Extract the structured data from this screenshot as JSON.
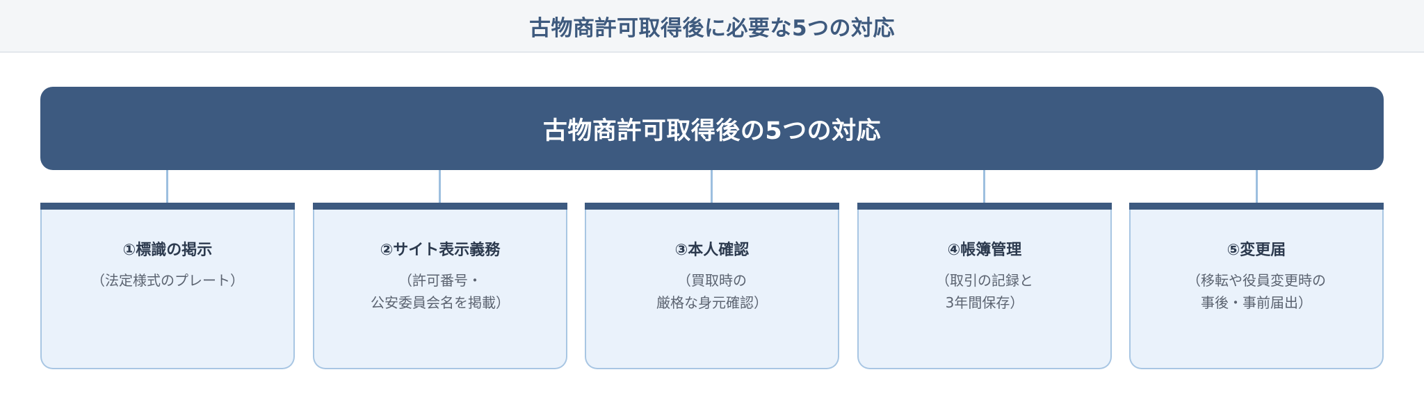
{
  "header": {
    "title": "古物商許可取得後に必要な5つの対応"
  },
  "diagram": {
    "root": "古物商許可取得後の5つの対応",
    "items": [
      {
        "title": "①標識の掲示",
        "desc": "（法定様式のプレート）"
      },
      {
        "title": "②サイト表示義務",
        "desc": "（許可番号・\n公安委員会名を掲載）"
      },
      {
        "title": "③本人確認",
        "desc": "（買取時の\n厳格な身元確認）"
      },
      {
        "title": "④帳簿管理",
        "desc": "（取引の記録と\n3年間保存）"
      },
      {
        "title": "⑤変更届",
        "desc": "（移転や役員変更時の\n事後・事前届出）"
      }
    ]
  },
  "colors": {
    "header_bg": "#f4f6f8",
    "header_text": "#3e5a7e",
    "root_bg": "#3d5a80",
    "card_bg": "#eaf2fb",
    "card_border": "#a8c6e3",
    "connector": "#9dbfdf"
  }
}
